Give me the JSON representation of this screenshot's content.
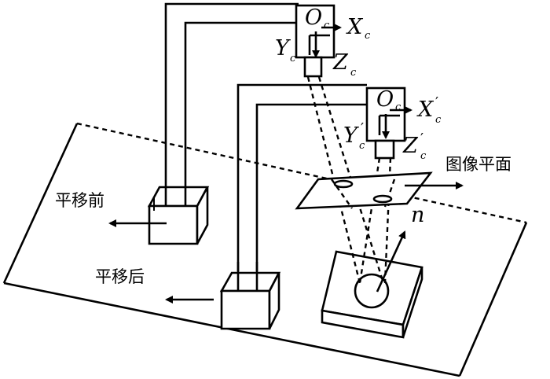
{
  "labels": {
    "before_translation": "平移前",
    "after_translation": "平移后",
    "image_plane": "图像平面",
    "normal": "n"
  },
  "camera1": {
    "origin": "O",
    "origin_sub": "c",
    "x_axis": "X",
    "x_sub": "c",
    "y_axis": "Y",
    "y_sub": "c",
    "z_axis": "Z",
    "z_sub": "c"
  },
  "camera2": {
    "origin": "O",
    "origin_sub": "c",
    "x_axis": "X",
    "x_sub": "c",
    "x_prime": "′",
    "y_axis": "Y",
    "y_sub": "c",
    "y_prime": "′",
    "z_axis": "Z",
    "z_sub": "c",
    "z_prime": "′"
  }
}
